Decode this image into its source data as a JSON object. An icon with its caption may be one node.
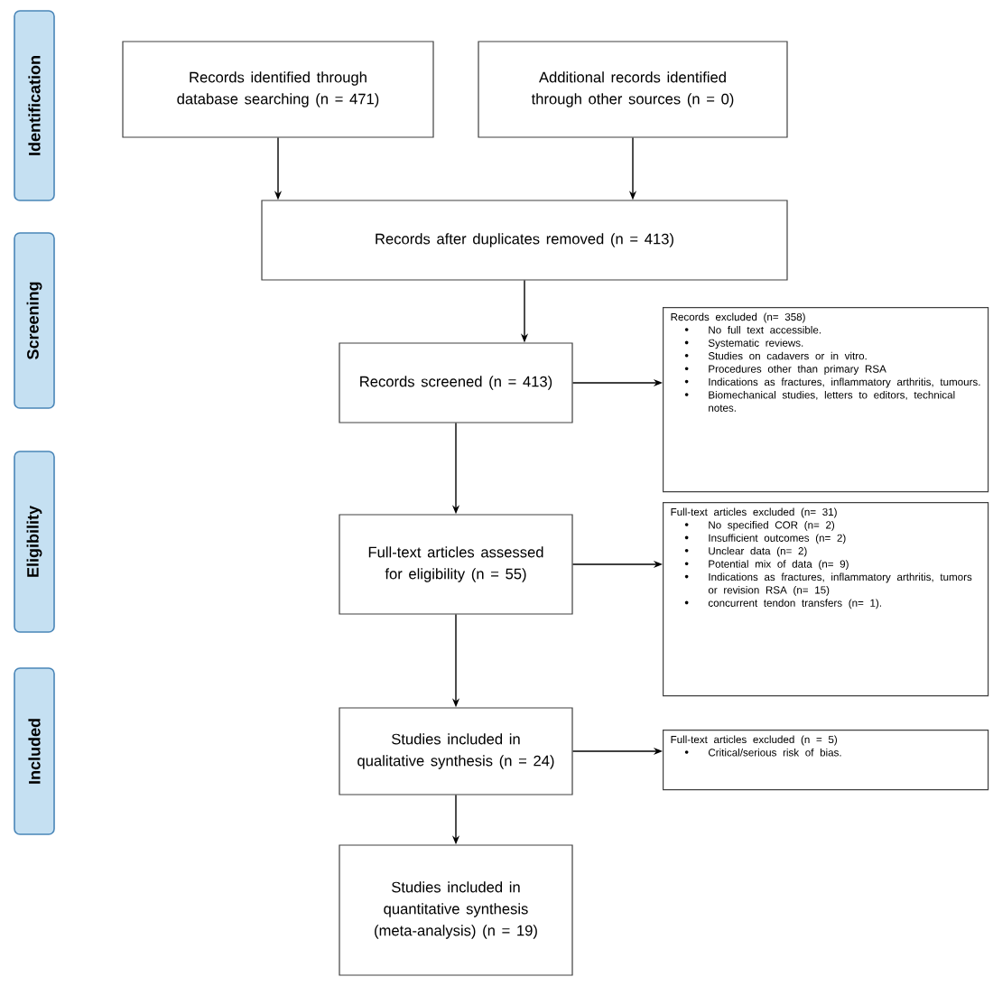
{
  "diagram": {
    "nodes": [
      {
        "text": [
          "Identification"
        ]
      },
      {
        "text": [
          "Screening"
        ]
      },
      {
        "text": [
          "Eligibility"
        ]
      },
      {
        "text": [
          "Included"
        ]
      },
      {
        "text": [
          "Records identified through database searching (n = 471)"
        ]
      },
      {
        "text": [
          "Additional records identified through other sources (n = 0)"
        ]
      },
      {
        "text": [
          "Records after duplicates removed (n = 413)"
        ]
      },
      {
        "text": [
          "Records screened (n = 413)"
        ]
      },
      {
        "text": [
          "Records excluded (n= 358)",
          "No full text accessible.",
          "Systematic reviews.",
          "Studies on cadavers or in vitro.",
          "Procedures other than primary RSA",
          "Indications as fractures, inflammatory arthritis, tumours.",
          "Biomechanical studies, letters to editors, technical notes."
        ]
      },
      {
        "text": [
          "Full-text articles assessed for eligibility (n = 55)"
        ]
      },
      {
        "text": [
          "Full-text articles excluded (n= 31)",
          "No specified COR (n= 2)",
          "Insufficient outcomes (n= 2)",
          "Unclear data (n= 2)",
          "Potential mix of data (n= 9)",
          "Indications as fractures, inflammatory arthritis, tumors or revision RSA (n= 15)",
          "concurrent tendon transfers (n= 1)."
        ]
      },
      {
        "text": [
          "Studies included in qualitative synthesis (n = 24)"
        ]
      },
      {
        "text": [
          "Full-text articles excluded (n = 5)",
          "Critical/serious risk of bias."
        ]
      },
      {
        "text": [
          "Studies included in quantitative synthesis (meta-analysis) (n = 19)"
        ]
      }
    ],
    "edges": [
      {
        "from": 4,
        "to": 6,
        "arrow": "to"
      },
      {
        "from": 5,
        "to": 6,
        "arrow": "to"
      },
      {
        "from": 6,
        "to": 7,
        "arrow": "to"
      },
      {
        "from": 7,
        "to": 8,
        "arrow": "to"
      },
      {
        "from": 7,
        "to": 9,
        "arrow": "to"
      },
      {
        "from": 9,
        "to": 10,
        "arrow": "to"
      },
      {
        "from": 9,
        "to": 11,
        "arrow": "to"
      },
      {
        "from": 11,
        "to": 12,
        "arrow": "to"
      },
      {
        "from": 11,
        "to": 13,
        "arrow": "to"
      }
    ]
  }
}
